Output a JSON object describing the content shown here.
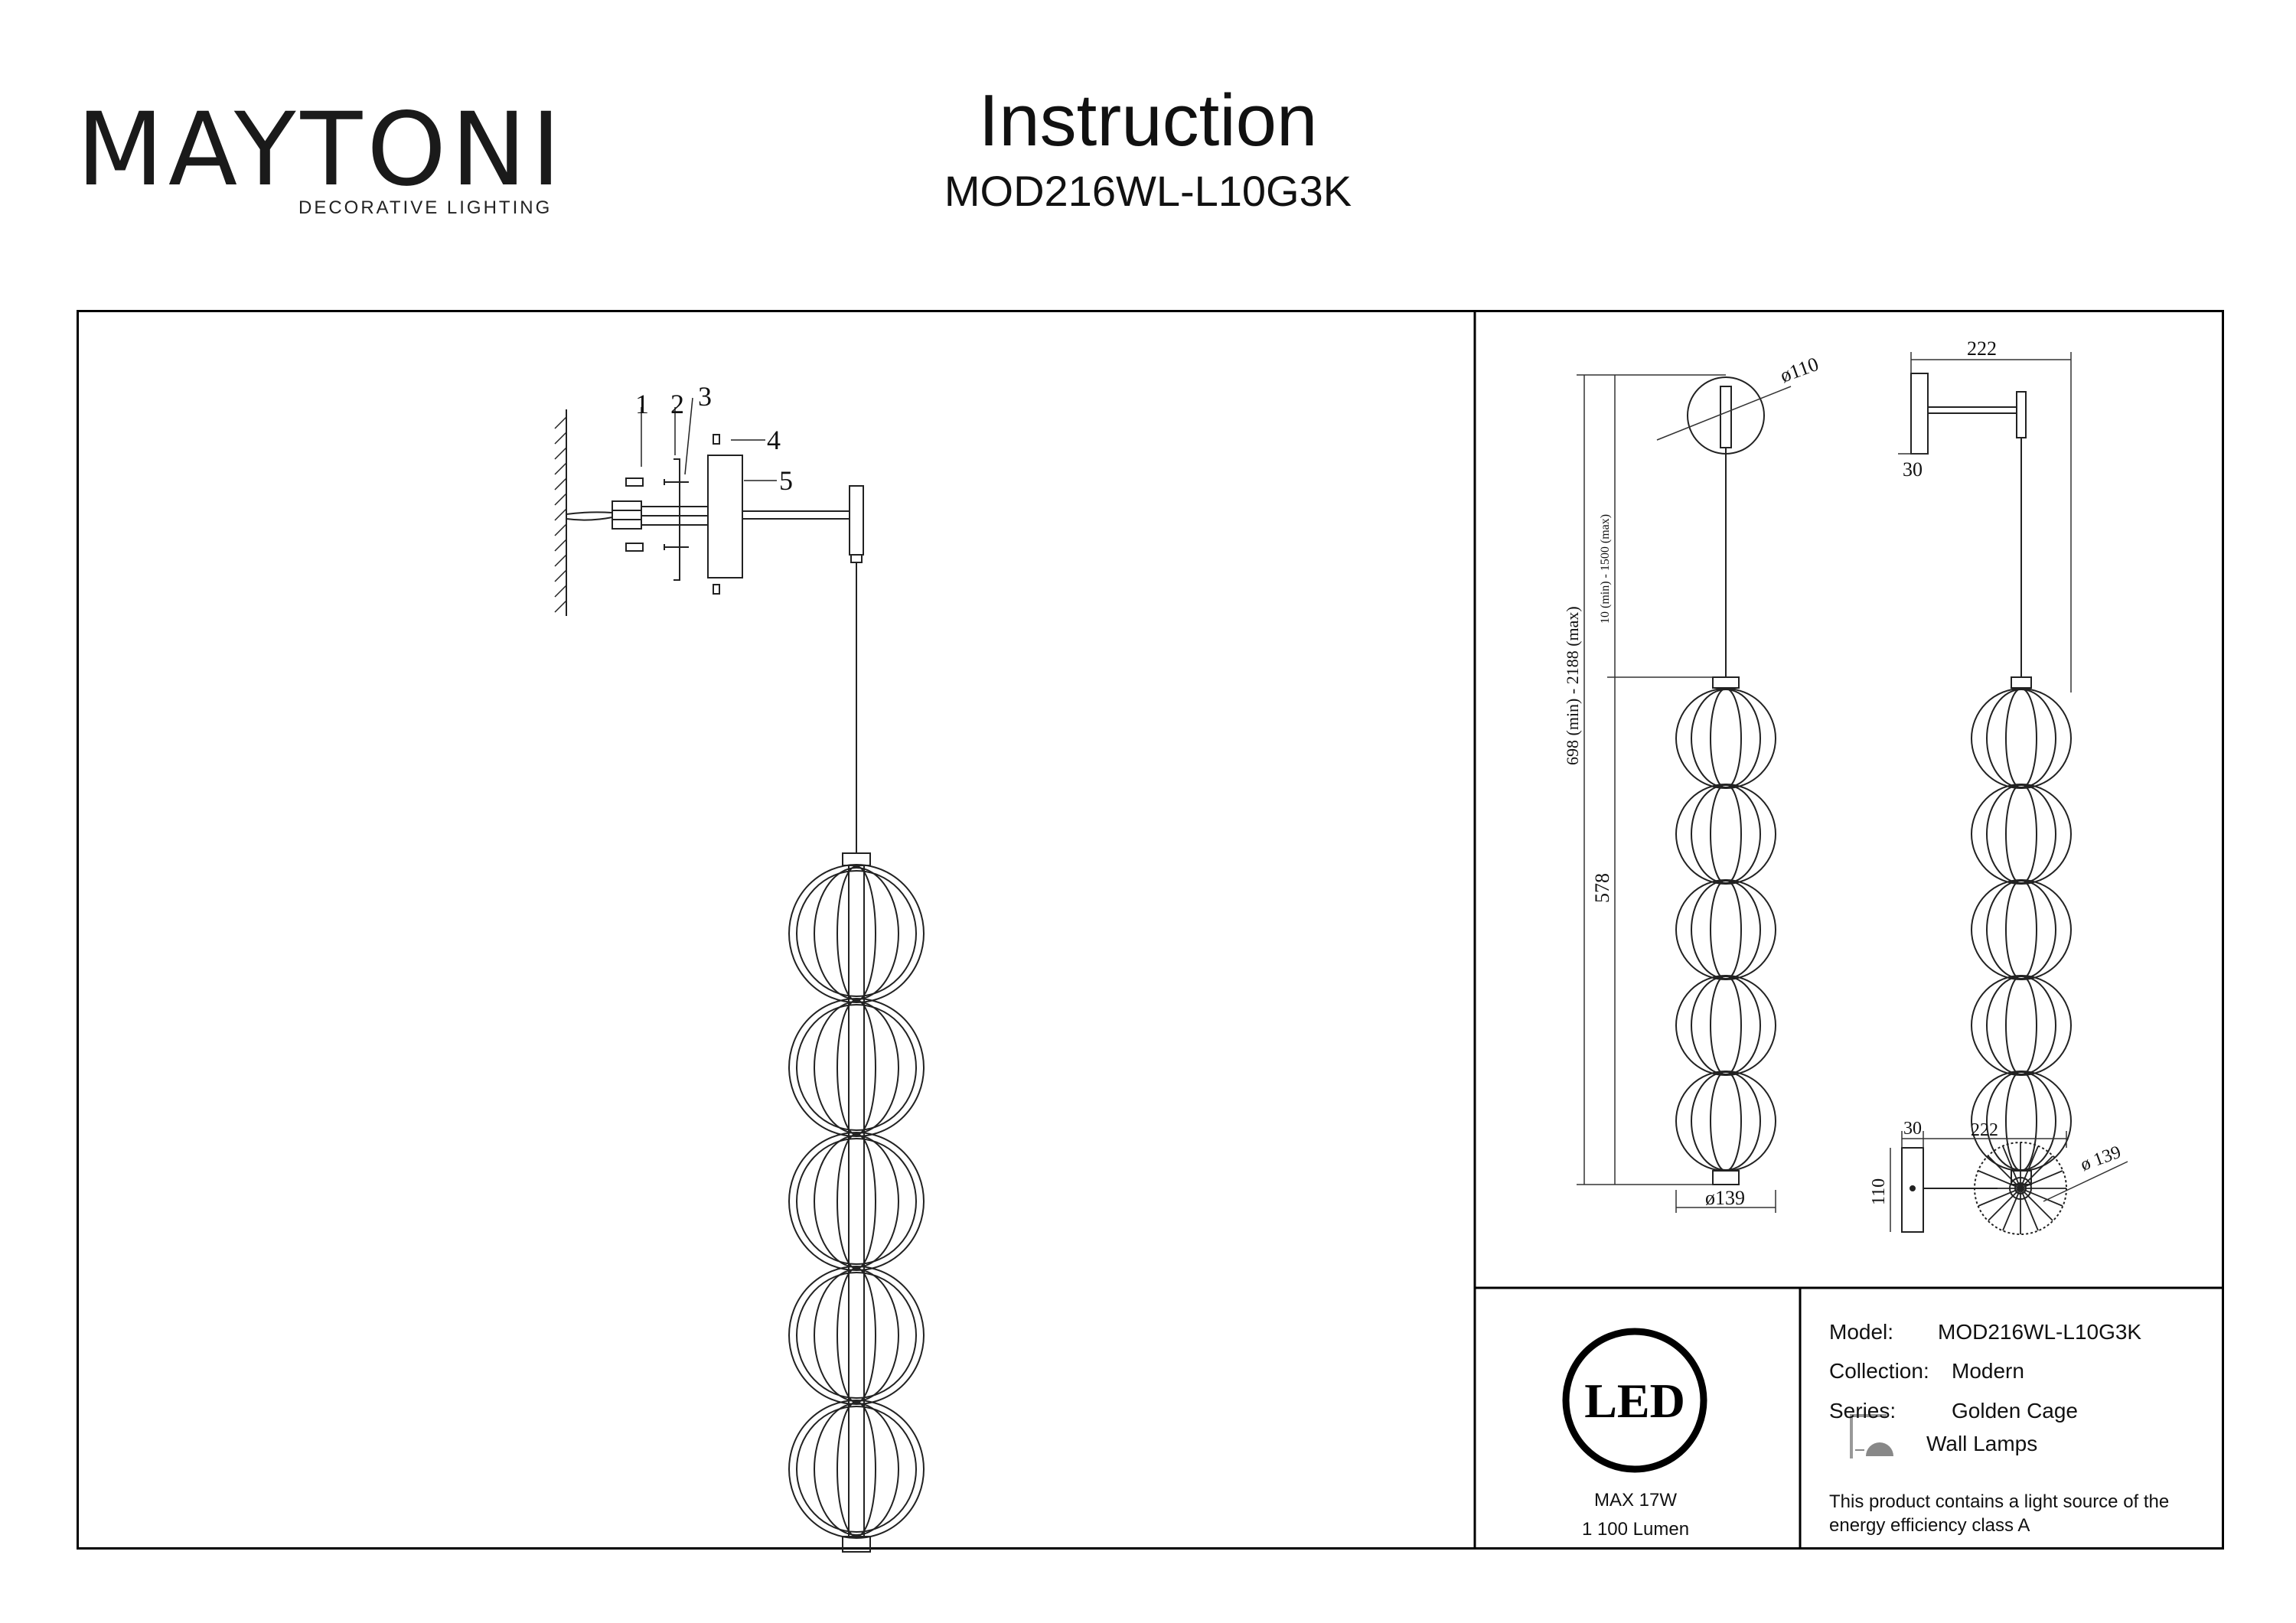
{
  "brand": {
    "name": "MAYTONI",
    "tagline": "DECORATIVE LIGHTING",
    "accent": "#5b1a4a"
  },
  "header": {
    "title": "Instruction",
    "model": "MOD216WL-L10G3K"
  },
  "assembly": {
    "part_labels": [
      "1",
      "2",
      "3",
      "4",
      "5"
    ],
    "pendant_segments": 5
  },
  "dimensions": {
    "canopy_diameter": "ø110",
    "arm_length": "222",
    "canopy_depth": "30",
    "cable_length": "10 (min) - 1500 (max)",
    "total_height": "698 (min) - 2188 (max)",
    "body_height": "578",
    "body_diameter": "ø139",
    "top_depth": "30",
    "top_arm": "222",
    "top_diameter": "ø 139",
    "top_canopy": "110"
  },
  "led": {
    "badge": "LED",
    "power": "MAX 17W",
    "flux": "1 100 Lumen"
  },
  "info": {
    "model_label": "Model:",
    "model_value": "MOD216WL-L10G3K",
    "collection_label": "Collection:",
    "collection_value": "Modern",
    "series_label": "Series:",
    "series_value": "Golden Cage",
    "type_value": "Wall Lamps",
    "energy_note_1": "This product contains a light source of the",
    "energy_note_2": "energy efficiency class A"
  }
}
